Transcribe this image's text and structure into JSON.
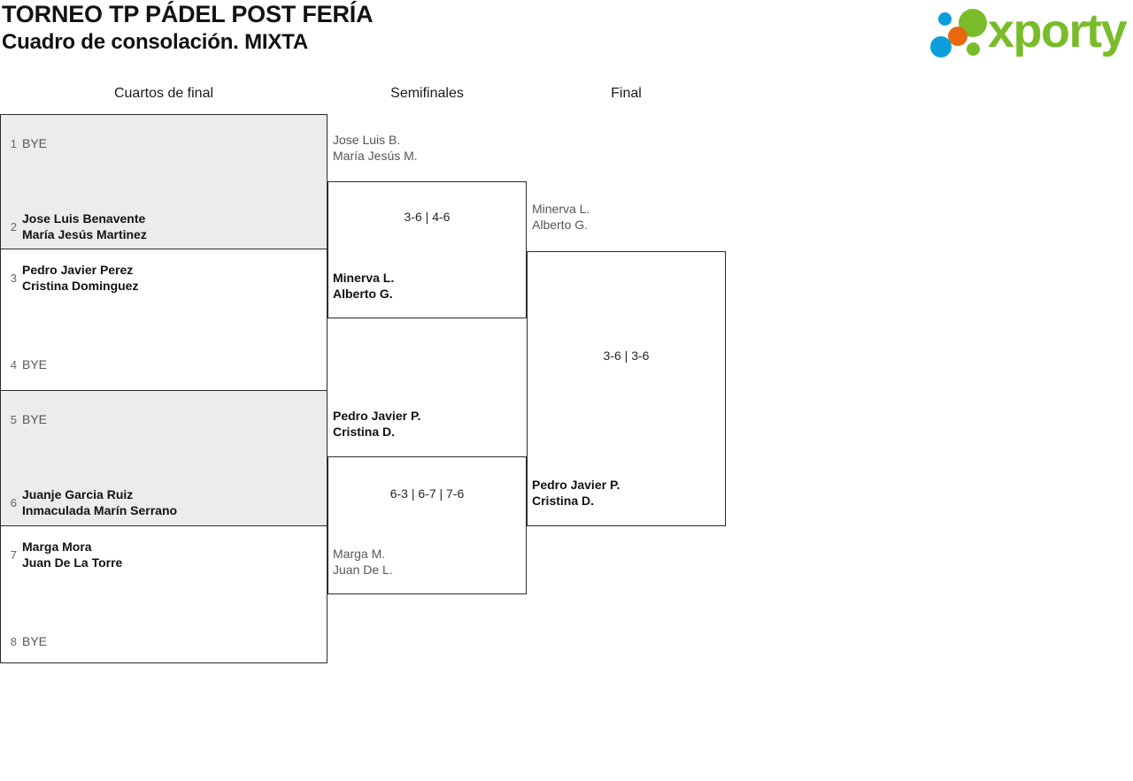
{
  "header": {
    "title_line1": "TORNEO TP PÁDEL POST FERÍA",
    "title_line2": "Cuadro de consolación. MIXTA",
    "logo_text": "xporty",
    "logo_colors": {
      "green": "#78bc2a",
      "blue": "#0a9fdc",
      "orange": "#e8690b"
    }
  },
  "rounds": [
    {
      "label": "Cuartos de final"
    },
    {
      "label": "Semifinales"
    },
    {
      "label": "Final"
    }
  ],
  "quarterfinals": {
    "blocks": [
      {
        "shaded": true,
        "slots": [
          {
            "seed": "1",
            "bye": true,
            "line1": "BYE",
            "line2": ""
          },
          {
            "seed": "2",
            "bye": false,
            "line1": "Jose Luis Benavente",
            "line2": "María Jesús Martinez"
          }
        ]
      },
      {
        "shaded": false,
        "slots": [
          {
            "seed": "3",
            "bye": false,
            "line1": "Pedro Javier Perez",
            "line2": "Cristina Dominguez"
          },
          {
            "seed": "4",
            "bye": true,
            "line1": "BYE",
            "line2": ""
          }
        ]
      },
      {
        "shaded": true,
        "slots": [
          {
            "seed": "5",
            "bye": true,
            "line1": "BYE",
            "line2": ""
          },
          {
            "seed": "6",
            "bye": false,
            "line1": "Juanje Garcia Ruiz",
            "line2": "Inmaculada Marín Serrano"
          }
        ]
      },
      {
        "shaded": false,
        "slots": [
          {
            "seed": "7",
            "bye": false,
            "line1": "Marga Mora",
            "line2": "Juan De La Torre"
          },
          {
            "seed": "8",
            "bye": true,
            "line1": "BYE",
            "line2": ""
          }
        ]
      }
    ]
  },
  "semifinals": [
    {
      "score": "3-6 | 4-6",
      "top": {
        "line1": "Jose Luis B.",
        "line2": "María Jesús M.",
        "winner": false
      },
      "bottom": {
        "line1": "Minerva L.",
        "line2": "Alberto G.",
        "winner": true
      }
    },
    {
      "score": "6-3 | 6-7 | 7-6",
      "top": {
        "line1": "Pedro Javier P.",
        "line2": "Cristina D.",
        "winner": true
      },
      "bottom": {
        "line1": "Marga M.",
        "line2": "Juan De L.",
        "winner": false
      }
    }
  ],
  "final": {
    "score": "3-6 | 3-6",
    "top": {
      "line1": "Minerva L.",
      "line2": "Alberto G.",
      "winner": false
    },
    "bottom": {
      "line1": "Pedro Javier P.",
      "line2": "Cristina D.",
      "winner": true
    }
  }
}
